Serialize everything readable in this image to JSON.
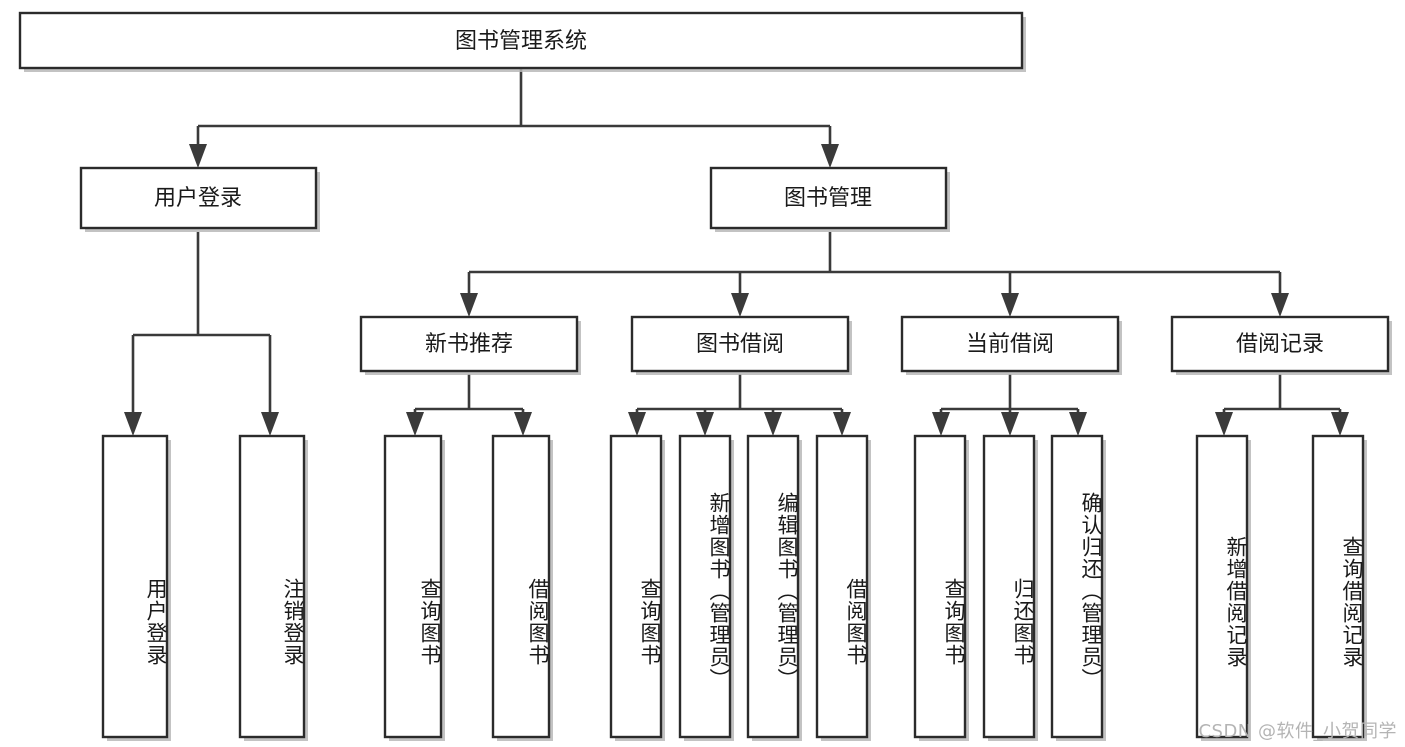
{
  "diagram": {
    "type": "hierarchy-tree",
    "title": "图书管理系统",
    "orientation": "top-down",
    "colors": {
      "node_fill": "#ffffff",
      "node_stroke": "#2b2b2b",
      "connector": "#3a3a3a",
      "text": "#1a1a1a",
      "watermark": "#b4b4b4"
    },
    "root": {
      "id": "root",
      "label": "图书管理系统",
      "level": 0
    },
    "level1": [
      {
        "id": "user-login",
        "label": "用户登录",
        "level": 1
      },
      {
        "id": "book-management",
        "label": "图书管理",
        "level": 1
      }
    ],
    "level2": [
      {
        "id": "new-book-recommend",
        "label": "新书推荐",
        "level": 2,
        "parent": "book-management"
      },
      {
        "id": "book-borrow",
        "label": "图书借阅",
        "level": 2,
        "parent": "book-management"
      },
      {
        "id": "current-borrow",
        "label": "当前借阅",
        "level": 2,
        "parent": "book-management"
      },
      {
        "id": "borrow-record",
        "label": "借阅记录",
        "level": 2,
        "parent": "book-management"
      }
    ],
    "leaves": [
      {
        "id": "leaf-user-login",
        "label": "用户登录",
        "parent": "user-login"
      },
      {
        "id": "leaf-logout-login",
        "label": "注销登录",
        "parent": "user-login"
      },
      {
        "id": "leaf-query-book-1",
        "label": "查询图书",
        "parent": "new-book-recommend"
      },
      {
        "id": "leaf-borrow-book-1",
        "label": "借阅图书",
        "parent": "new-book-recommend"
      },
      {
        "id": "leaf-query-book-2",
        "label": "查询图书",
        "parent": "book-borrow"
      },
      {
        "id": "leaf-add-book-admin",
        "label": "新增图书（管理员）",
        "parent": "book-borrow"
      },
      {
        "id": "leaf-edit-book-admin",
        "label": "编辑图书（管理员）",
        "parent": "book-borrow"
      },
      {
        "id": "leaf-borrow-book-2",
        "label": "借阅图书",
        "parent": "book-borrow"
      },
      {
        "id": "leaf-query-book-3",
        "label": "查询图书",
        "parent": "current-borrow"
      },
      {
        "id": "leaf-return-book",
        "label": "归还图书",
        "parent": "current-borrow"
      },
      {
        "id": "leaf-confirm-return-admin",
        "label": "确认归还（管理员）",
        "parent": "current-borrow"
      },
      {
        "id": "leaf-add-borrow-record",
        "label": "新增借阅记录",
        "parent": "borrow-record"
      },
      {
        "id": "leaf-query-borrow-record",
        "label": "查询借阅记录",
        "parent": "borrow-record"
      }
    ]
  },
  "watermark": {
    "text": "CSDN @软件_小贺同学"
  }
}
